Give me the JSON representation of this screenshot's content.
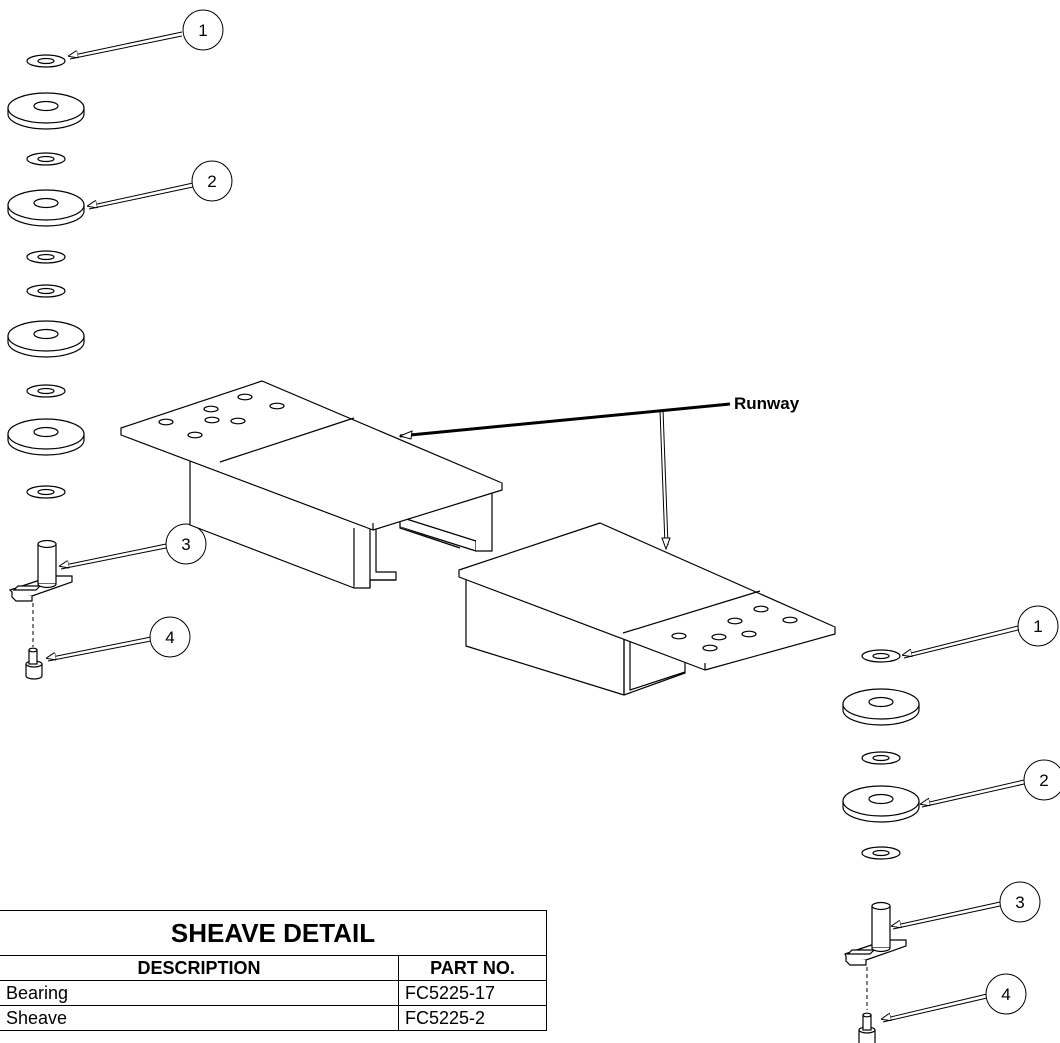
{
  "runway_label": "Runway",
  "callouts": {
    "left_1": "1",
    "left_2": "2",
    "left_3": "3",
    "left_4": "4",
    "right_1": "1",
    "right_2": "2",
    "right_3": "3",
    "right_4": "4"
  },
  "table": {
    "title": "SHEAVE DETAIL",
    "headers": {
      "description": "DESCRIPTION",
      "part_no": "PART NO."
    },
    "rows": [
      {
        "description": "Bearing",
        "part_no": "FC5225-17"
      },
      {
        "description": "Sheave",
        "part_no": "FC5225-2"
      }
    ]
  }
}
